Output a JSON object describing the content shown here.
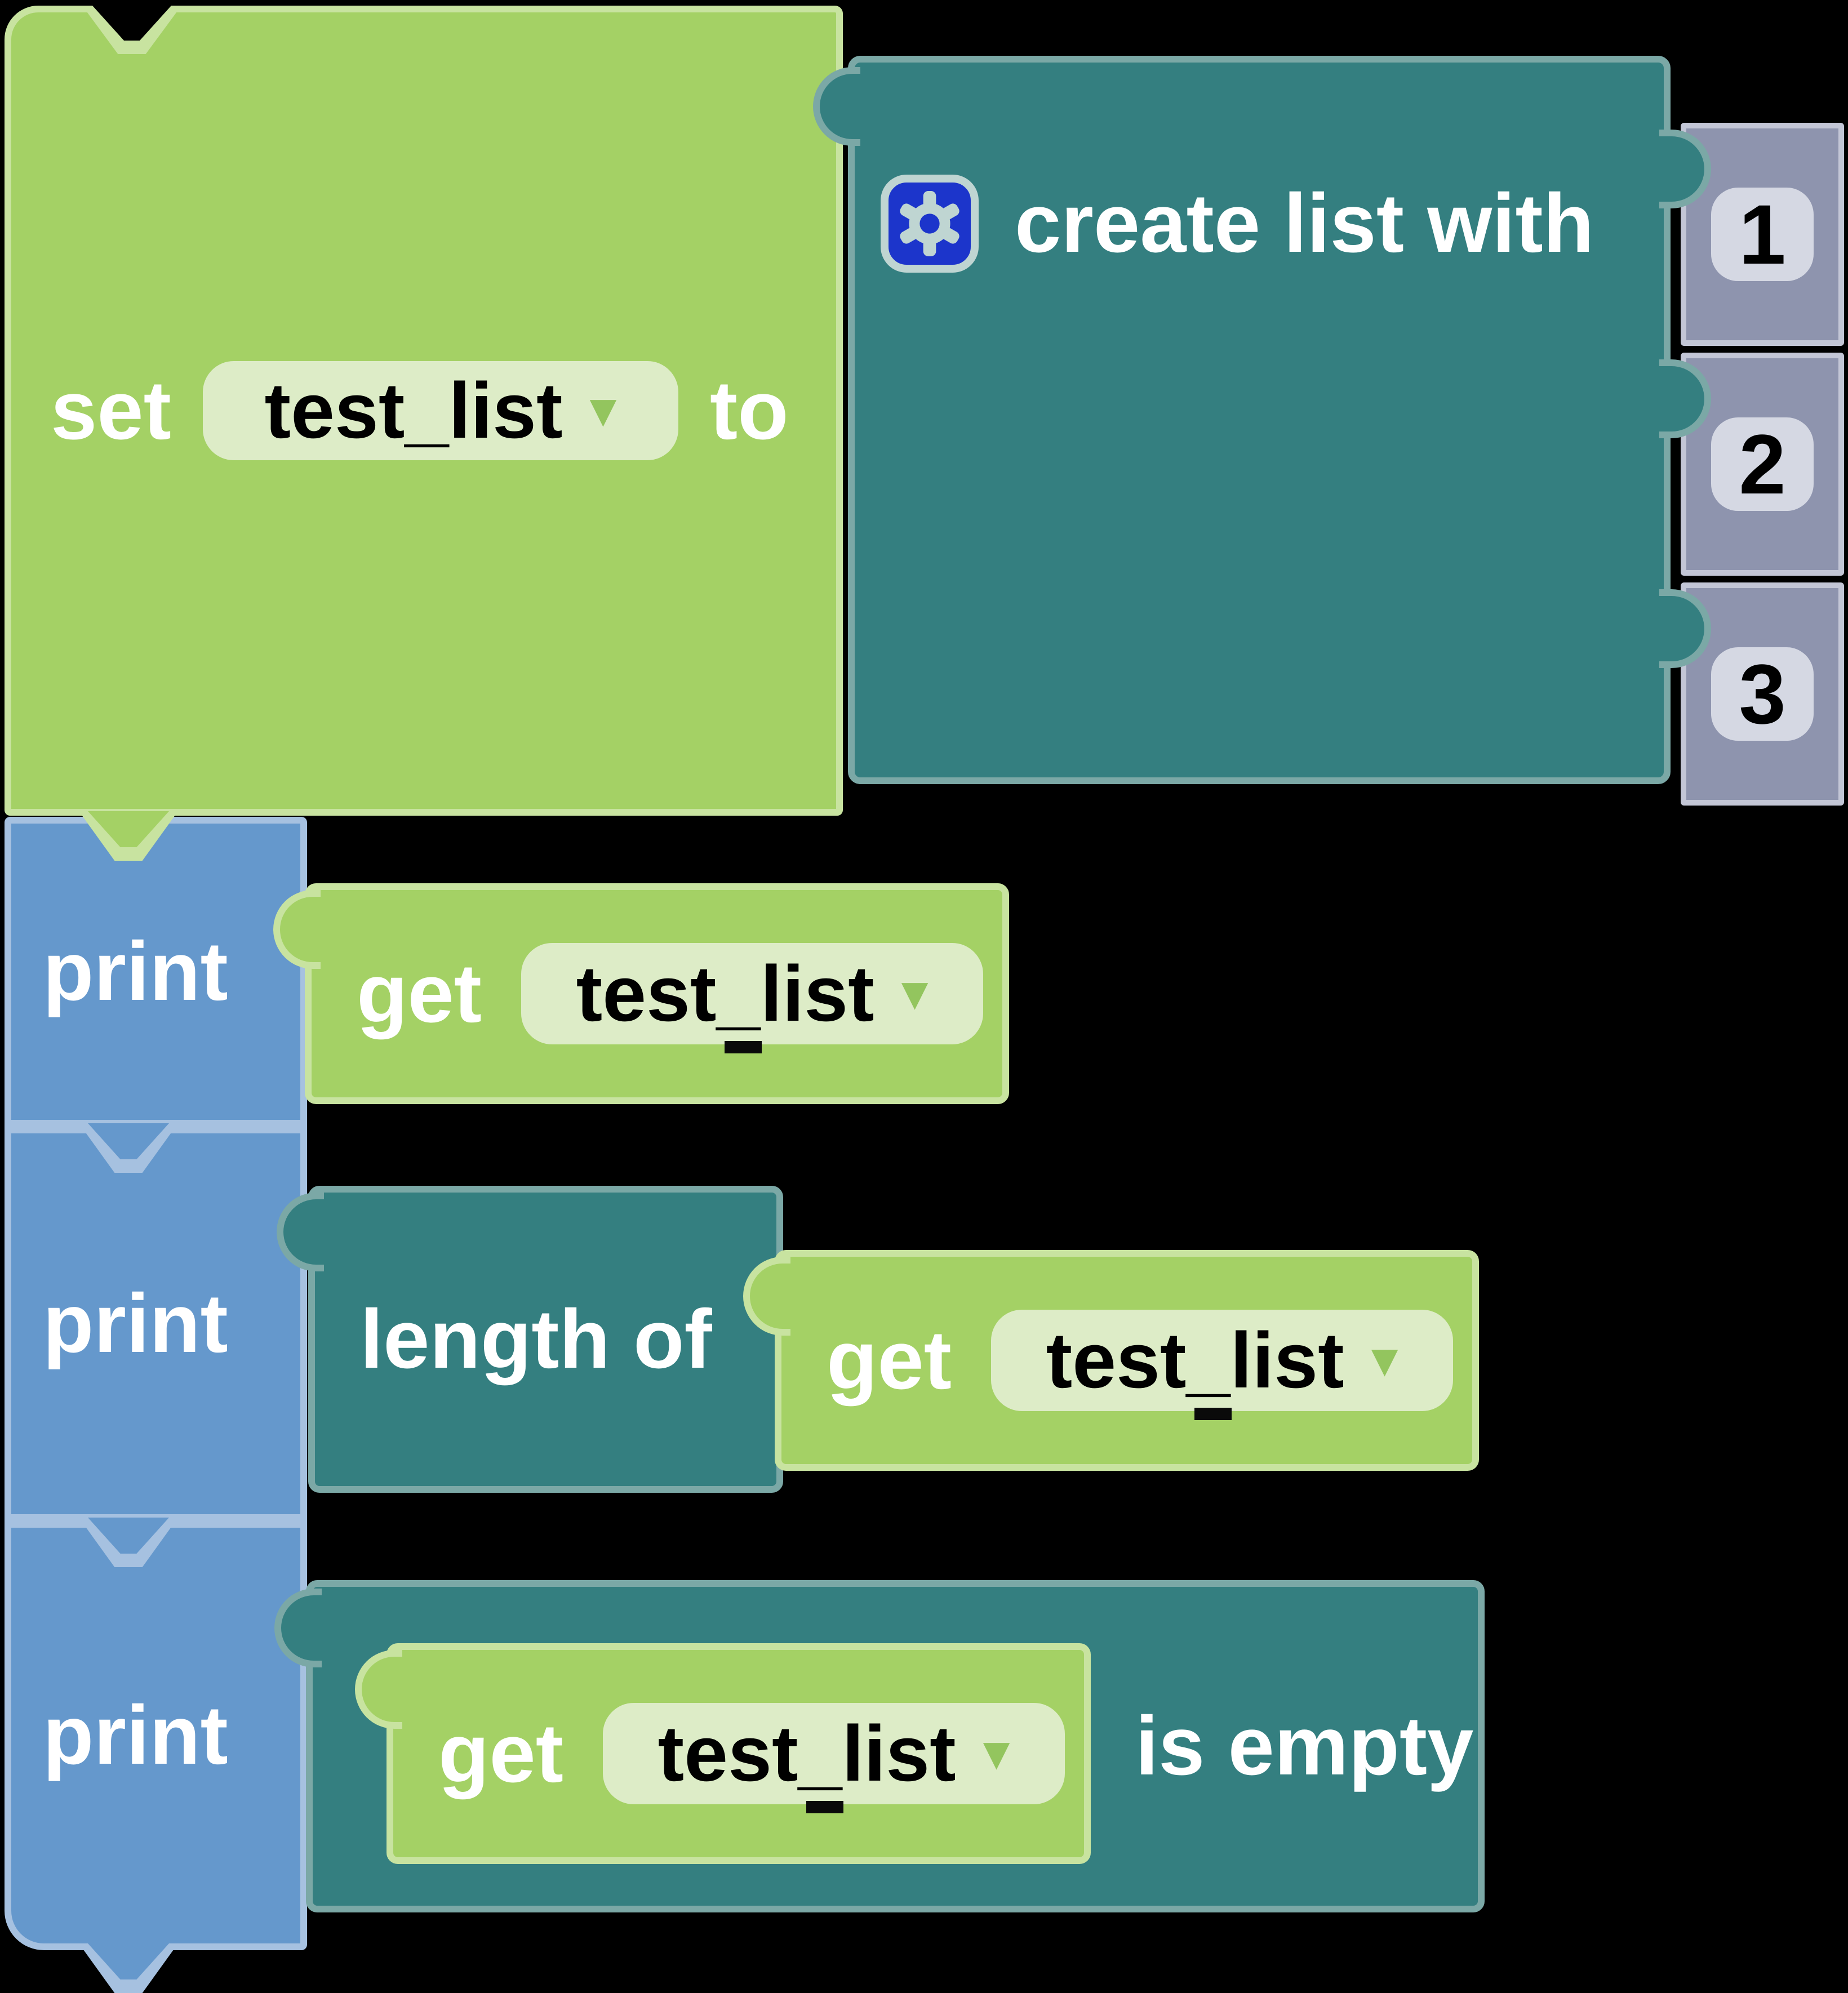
{
  "colors": {
    "background": "#000000",
    "variable_block_green": "#a4d165",
    "variable_block_border": "#c8e3a0",
    "field_background_green": "#ddecc7",
    "list_block_teal": "#347f80",
    "list_block_border": "#7ba8a6",
    "print_block_blue": "#6598cc",
    "print_block_border": "#a6c1e0",
    "number_block_gray": "#8e94ae",
    "number_block_border": "#c3c6d6",
    "number_field_gray": "#d5d8e3",
    "gear_icon_blue": "#1c35cb",
    "gear_icon_foreground": "#bfd5d2",
    "dropdown_arrow_green": "#93c55e",
    "label_text_white": "#ffffff",
    "field_text_black": "#000000"
  },
  "set_block": {
    "set_label": "set",
    "variable": "test_list",
    "to_label": "to"
  },
  "create_list_block": {
    "label": "create list with",
    "items": [
      "1",
      "2",
      "3"
    ]
  },
  "print_blocks": [
    {
      "label": "print"
    },
    {
      "label": "print"
    },
    {
      "label": "print"
    }
  ],
  "get_blocks": [
    {
      "label": "get",
      "variable": "test_list"
    },
    {
      "label": "get",
      "variable": "test_list"
    },
    {
      "label": "get",
      "variable": "test_list"
    }
  ],
  "length_block": {
    "label": "length of"
  },
  "is_empty_block": {
    "label": "is empty"
  },
  "icons": {
    "dropdown_arrow": "▼",
    "gear": "gear-icon"
  }
}
